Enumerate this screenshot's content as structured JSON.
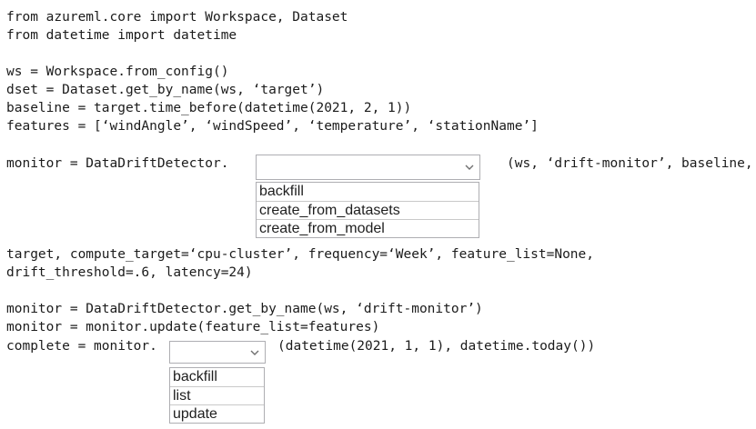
{
  "colors": {
    "background": "#ffffff",
    "code_text": "#1b1b1b",
    "combo_border": "#aeaeb2",
    "option_separator": "#c9c9c9",
    "chevron": "#6f6f6f"
  },
  "code": {
    "imports": [
      "from azureml.core import Workspace, Dataset",
      "from datetime import datetime"
    ],
    "setup": [
      "ws = Workspace.from_config()",
      "dset = Dataset.get_by_name(ws, ‘target’)",
      "baseline = target.time_before(datetime(2021, 2, 1))",
      "features = [‘windAngle’, ‘windSpeed’, ‘temperature’, ‘stationName’]"
    ],
    "monitor_line": {
      "prefix": "monitor = DataDriftDetector.",
      "suffix": "(ws, ‘drift-monitor’, baseline,"
    },
    "continuation": [
      "target, compute_target=‘cpu-cluster’, frequency=‘Week’, feature_list=None,",
      "drift_threshold=.6, latency=24)"
    ],
    "update_block": [
      "monitor = DataDriftDetector.get_by_name(ws, ‘drift-monitor’)",
      "monitor = monitor.update(feature_list=features)"
    ],
    "complete_line": {
      "prefix": "complete = monitor.",
      "suffix": "(datetime(2021, 1, 1), datetime.today())"
    }
  },
  "dropdown1": {
    "selected_value": "",
    "options": [
      "backfill",
      "create_from_datasets",
      "create_from_model"
    ]
  },
  "dropdown2": {
    "selected_value": "",
    "options": [
      "backfill",
      "list",
      "update"
    ]
  }
}
